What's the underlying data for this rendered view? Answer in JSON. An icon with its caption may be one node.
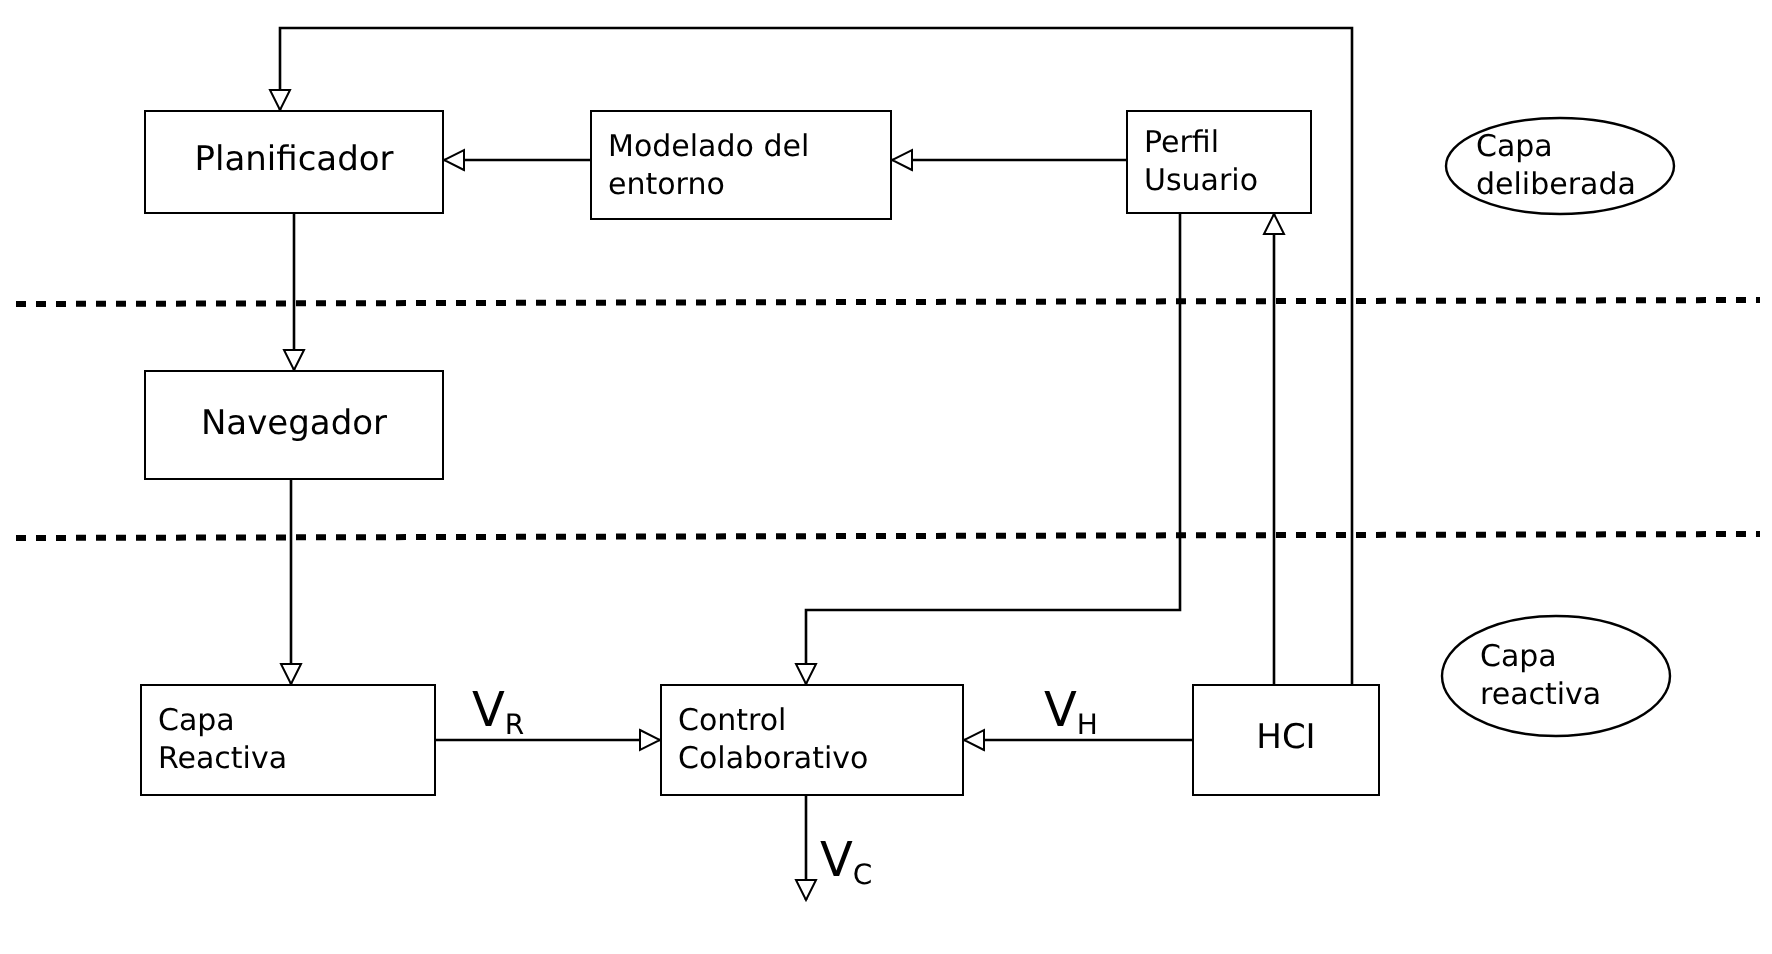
{
  "diagram": {
    "nodes": [
      {
        "text": [
          "Planificador"
        ]
      },
      {
        "text": [
          "Modelado del entorno"
        ]
      },
      {
        "text": [
          "Perfil Usuario"
        ]
      },
      {
        "text": [
          "Capa deliberada"
        ]
      },
      {
        "text": [
          "Navegador"
        ]
      },
      {
        "text": [
          "Capa Reactiva"
        ]
      },
      {
        "text": [
          "Control Colaborativo"
        ]
      },
      {
        "text": [
          "HCI"
        ]
      },
      {
        "text": [
          "Capa reactiva"
        ]
      }
    ],
    "edges": [
      {
        "from": 7,
        "to": 0,
        "arrow": "to"
      },
      {
        "from": 1,
        "to": 0,
        "arrow": "to"
      },
      {
        "from": 2,
        "to": 1,
        "arrow": "to"
      },
      {
        "from": 0,
        "to": 4,
        "arrow": "to"
      },
      {
        "from": 4,
        "to": 5,
        "arrow": "to"
      },
      {
        "from": 2,
        "to": 6,
        "arrow": "to"
      },
      {
        "from": 7,
        "to": 2,
        "arrow": "to"
      },
      {
        "from": 5,
        "to": 6,
        "arrow": "to",
        "label": "V$_{R}$"
      },
      {
        "from": 7,
        "to": 6,
        "arrow": "to",
        "label": "V$_{H}$"
      },
      {
        "from": 6,
        "to": null,
        "arrow": "to",
        "label": "V$_{C}$"
      }
    ]
  }
}
